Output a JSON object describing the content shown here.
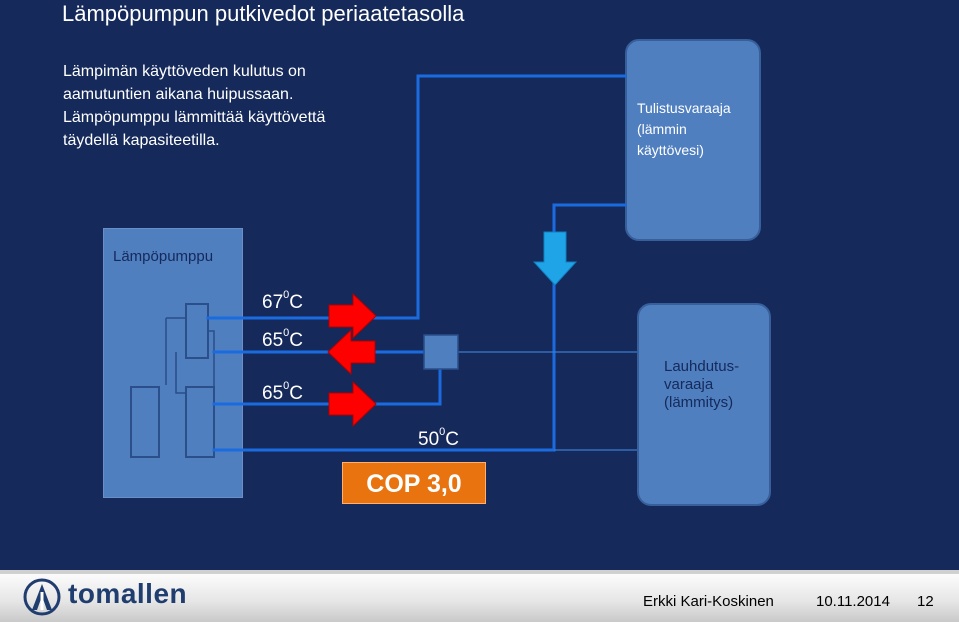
{
  "title": "Lämpöpumpun putkivedot periaatetasolla",
  "body_lines": [
    "Lämpimän käyttöveden kulutus on",
    "aamutuntien aikana huipussaan.",
    "Lämpöpumppu lämmittää käyttövettä",
    "täydellä kapasiteetilla."
  ],
  "heat_pump": {
    "label": "Lämpöpumppu"
  },
  "storage_tank": {
    "lines": [
      "Tulistusvaraaja",
      "(lämmin",
      "käyttövesi)"
    ]
  },
  "condenser_tank": {
    "lines": [
      "Lauhdutus-",
      "varaaja",
      "(lämmitys)"
    ]
  },
  "temperatures": {
    "t1": {
      "value": "67",
      "sup": "0",
      "unit": "C"
    },
    "t2": {
      "value": "65",
      "sup": "0",
      "unit": "C"
    },
    "t3": {
      "value": "65",
      "sup": "0",
      "unit": "C"
    },
    "t4": {
      "value": "50",
      "sup": "0",
      "unit": "C"
    }
  },
  "cop": "COP 3,0",
  "footer": {
    "logo": "tomallen",
    "author": "Erkki Kari-Koskinen",
    "date": "10.11.2014",
    "page": "12"
  },
  "colors": {
    "background": "#15295a",
    "box": "#4f7fbf",
    "pipe": "#1a6be0",
    "hot_arrow": "#ff0000",
    "cold_arrow": "#1fa4e8",
    "cop": "#e8730f"
  }
}
